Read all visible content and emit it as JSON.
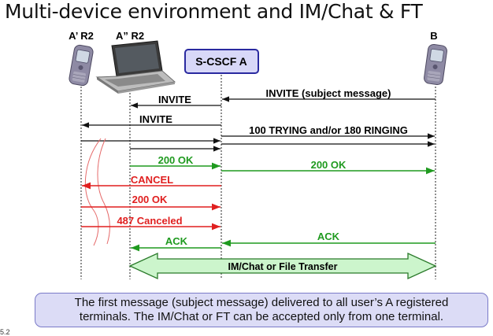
{
  "slide": {
    "title": "Multi-device environment and IM/Chat & FT",
    "page_number": "5.2"
  },
  "participants": {
    "a_prime": "A’ R2",
    "a_double_prime": "A” R2",
    "s_cscf": "S-CSCF A",
    "b": "B"
  },
  "messages": {
    "invite_subject": "INVITE (subject message)",
    "invite_to_a2": "INVITE",
    "invite_to_a1": "INVITE",
    "trying_ringing": "100 TRYING and/or 180 RINGING",
    "ok_from_a2": "200 OK",
    "ok_to_b": "200 OK",
    "cancel": "CANCEL",
    "ok_from_a1": "200 OK",
    "canceled": "487 Canceled",
    "ack_to_a2": "ACK",
    "ack_from_b": "ACK"
  },
  "transfer": {
    "label": "IM/Chat or File Transfer"
  },
  "note": {
    "line1": "The first message (subject message) delivered to all user’s A registered",
    "line2": "terminals. The IM/Chat or FT can be accepted only from one terminal."
  },
  "colors": {
    "black_flow": "#111111",
    "green_flow": "#1f9a1f",
    "red_flow": "#e01f1f",
    "scscf_fill": "#d8d8f8",
    "scscf_border": "#2a2aa0",
    "transfer_fill": "#ccf5cc",
    "transfer_border": "#2a7a2a",
    "note_fill": "#dcdcf6"
  },
  "icons": {
    "a_prime_device": "mobile-phone-icon",
    "a_double_prime_device": "laptop-icon",
    "b_device": "mobile-phone-icon"
  }
}
